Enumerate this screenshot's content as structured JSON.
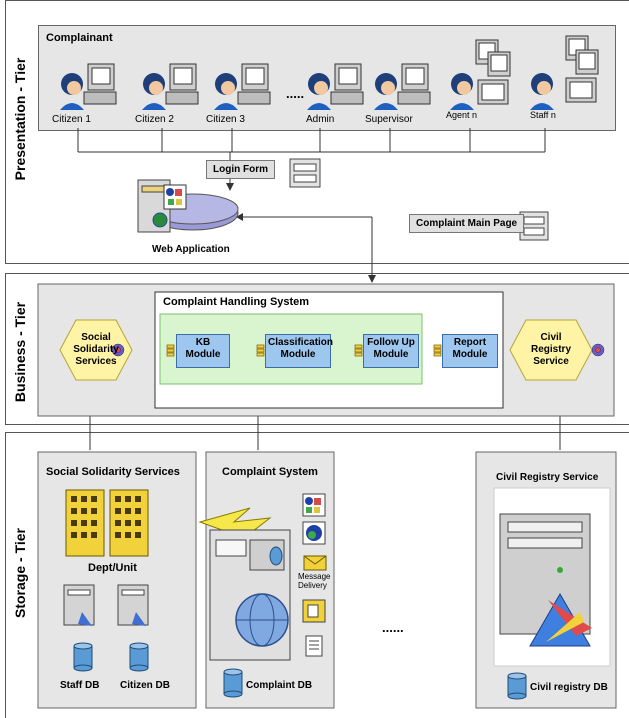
{
  "tiers": {
    "presentation": "Presentation - Tier",
    "business": "Business - Tier",
    "storage": "Storage - Tier"
  },
  "presentation": {
    "group_title": "Complainant",
    "users": [
      "Citizen 1",
      "Citizen 2",
      "Citizen 3",
      "Admin",
      "Supervisor",
      "Agent n",
      "Staff n"
    ],
    "ellipsis": ".....",
    "login_form": "Login Form",
    "web_application": "Web Application",
    "complaint_main_page": "Complaint Main Page"
  },
  "business": {
    "system_title": "Complaint Handling System",
    "modules": [
      "KB Module",
      "Classification Module",
      "Follow Up Module",
      "Report Module"
    ],
    "left_service": "Social Solidarity Services",
    "right_service": "Civil Registry Service"
  },
  "storage": {
    "social": {
      "title": "Social Solidarity Services",
      "dept": "Dept/Unit",
      "staff_db": "Staff DB",
      "citizen_db": "Citizen DB"
    },
    "complaint": {
      "title": "Complaint System",
      "message_delivery": "Message Delivery",
      "db": "Complaint DB"
    },
    "ellipsis": "......",
    "civil": {
      "title": "Civil Registry Service",
      "db": "Civil registry DB"
    }
  },
  "colors": {
    "module_fill": "#9ec7f0",
    "system_inner": "#d9f5d0",
    "hexagon": "#fff3a6",
    "tier_grey": "#e6e6e6"
  }
}
